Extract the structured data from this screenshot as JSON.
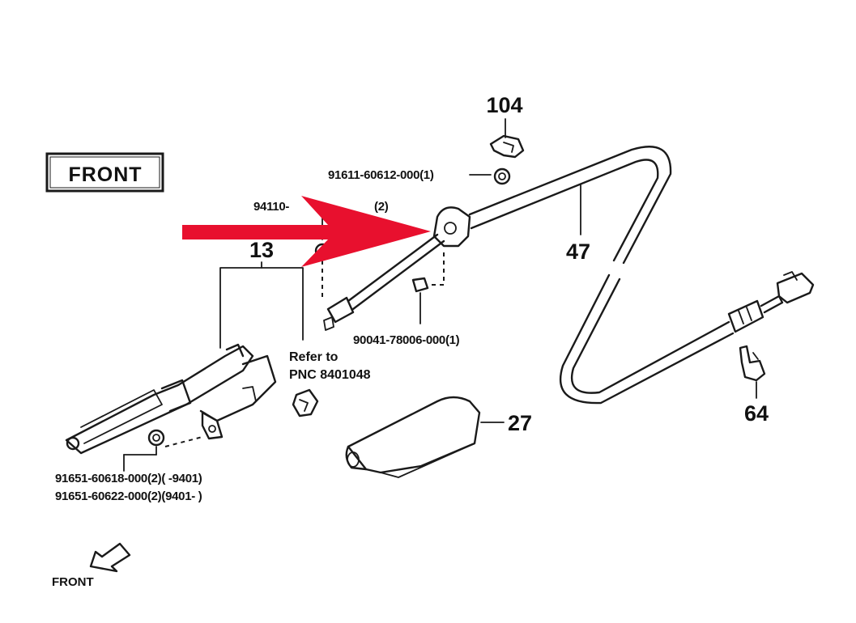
{
  "front_label_box": "FRONT",
  "front_label_small": "FRONT",
  "callouts": {
    "part_104": "104",
    "part_47": "47",
    "part_13": "13",
    "part_27": "27",
    "part_64": "64"
  },
  "part_numbers": {
    "bolt_104": "91611-60612-000(1)",
    "bolt_arrow_partial_left": "94110-",
    "bolt_arrow_partial_right": "(2)",
    "screw_center": "90041-78006-000(1)",
    "bolt_lower_1": "91651-60618-000(2)(          -9401)",
    "bolt_lower_2": "91651-60622-000(2)(9401-          )"
  },
  "reference": {
    "line1": "Refer to",
    "line2": "PNC 8401048"
  },
  "colors": {
    "arrow": "#e8102e",
    "line": "#1a1a1a"
  },
  "icons": [
    "red-pointer-arrow",
    "front-direction-arrow"
  ]
}
